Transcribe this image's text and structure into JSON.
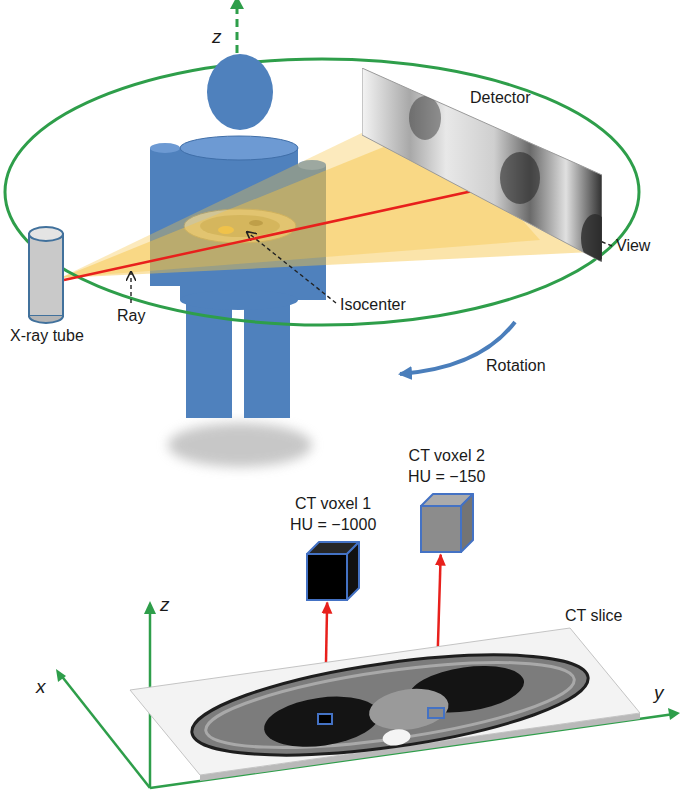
{
  "diagram": {
    "nodes": [
      {
        "text": [
          "X-ray tube"
        ]
      },
      {
        "text": [
          "Detector"
        ]
      },
      {
        "text": [
          "CT voxel 1",
          "HU = −1000"
        ]
      },
      {
        "text": [
          "CT voxel 2",
          "HU = −150"
        ]
      },
      {
        "text": [
          "CT slice"
        ]
      }
    ],
    "edges": [
      {
        "from": 0,
        "to": 1,
        "arrow": "to"
      },
      {
        "from": 4,
        "to": 2,
        "arrow": "to"
      },
      {
        "from": 4,
        "to": 3,
        "arrow": "to"
      }
    ],
    "labels": [
      "z",
      "Isocenter",
      "Ray",
      "View",
      "Rotation",
      "z",
      "x",
      "y"
    ]
  }
}
